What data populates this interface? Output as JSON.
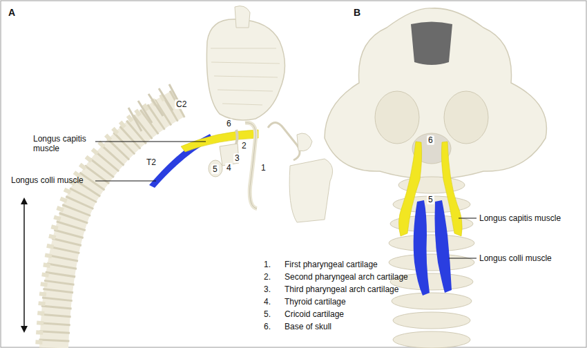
{
  "diagram": {
    "labels": [
      "A",
      "B",
      "C2",
      "6",
      "2",
      "3",
      "4",
      "5",
      "1",
      "T2",
      "Longus capitis muscle",
      "Longus colli muscle",
      "1.",
      "First pharyngeal cartilage",
      "2.",
      "Second pharyngeal arch cartilage",
      "3.",
      "Third pharyngeal arch cartilage",
      "4.",
      "Thyroid cartilage",
      "5.",
      "Cricoid cartilage",
      "6.",
      "Base of skull",
      "6",
      "5",
      "Longus capitis muscle",
      "Longus colli muscle"
    ]
  }
}
